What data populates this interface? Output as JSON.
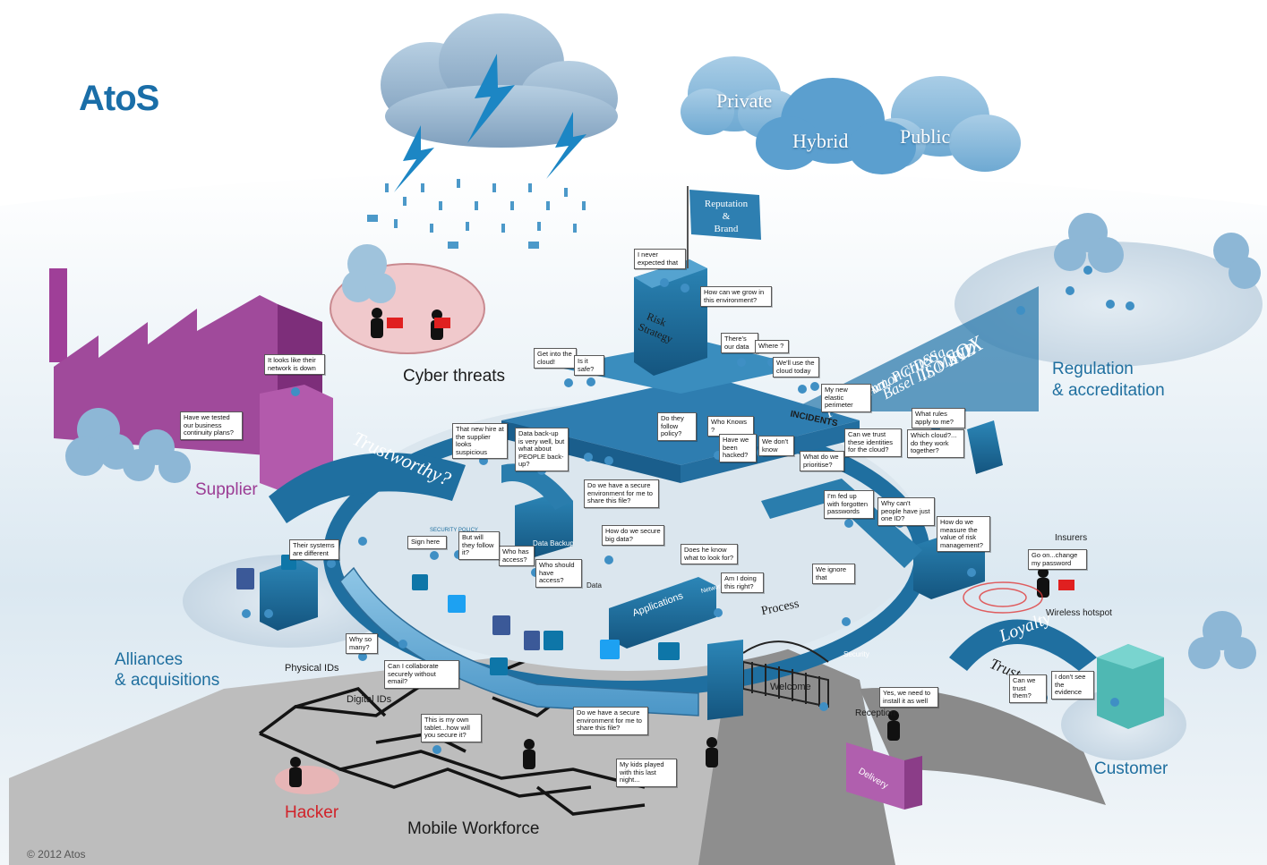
{
  "logo": "AtoS",
  "copyright": "© 2012 Atos",
  "clouds": {
    "private": "Private",
    "hybrid": "Hybrid",
    "public": "Public"
  },
  "flag": {
    "line1": "Reputation",
    "line2": "&",
    "line3": "Brand"
  },
  "banners": {
    "trustworthy": "Trustworthy?",
    "loyalty": "Loyalty",
    "trust": "Trust"
  },
  "regulations": {
    "sox": "SOX",
    "iso": "ISO XYZ",
    "basel": "Basel III, MIFID",
    "common": "Common criteria",
    "patriot": "Patriot Act, PCIDSS"
  },
  "labels": {
    "cyber_threats": "Cyber threats",
    "supplier": "Supplier",
    "regulation_1": "Regulation",
    "regulation_2": "& accreditation",
    "alliances_1": "Alliances",
    "alliances_2": "& acquisitions",
    "hacker": "Hacker",
    "mobile_workforce": "Mobile Workforce",
    "customer": "Customer",
    "insurers": "Insurers",
    "wireless_hotspot": "Wireless hotspot",
    "physical_ids": "Physical IDs",
    "digital_ids": "Digital IDs",
    "risk_strategy_1": "Risk",
    "risk_strategy_2": "Strategy",
    "incidents": "INCIDENTS",
    "applications": "Applications",
    "process": "Process",
    "welcome": "Welcome",
    "reception": "Reception",
    "delivery": "Delivery",
    "security": "Security",
    "data_backup": "Data Backup",
    "data": "Data",
    "security_policy": "SECURITY POLICY",
    "network_events_log": "Network Events Log"
  },
  "bubbles": {
    "never_expected": "I never expected that",
    "grow": "How can we grow in this environment?",
    "our_data": "There's our data",
    "where": "Where ?",
    "cloud_today": "We'll use the cloud today",
    "elastic": "My new elastic perimeter",
    "get_into_cloud": "Get into the cloud!",
    "is_it_safe": "Is it safe?",
    "network_down": "It looks like their network is down",
    "tested_plans": "Have we tested our business continuity plans?",
    "new_hire": "That new hire at the supplier looks suspicious",
    "backup_people": "Data back-up is very well, but what about PEOPLE back-up?",
    "follow_policy": "Do they follow policy?",
    "who_knows": "Who Knows ?",
    "been_hacked": "Have we been hacked?",
    "dont_know": "We don't know",
    "prioritise": "What do we prioritise?",
    "trust_identities": "Can we trust these identities for the cloud?",
    "which_cloud": "Which cloud?... do they work together?",
    "what_rules": "What rules apply to me?",
    "secure_env_1": "Do we have a secure environment for me to share this file?",
    "big_data": "How do we secure big data?",
    "who_has_access": "Who has access?",
    "who_should": "Who should have access?",
    "systems_different": "Their systems are different",
    "sign_here": "Sign here",
    "follow_it": "But will they follow it?",
    "know_what": "Does he know what to look for?",
    "doing_right": "Am I doing this right?",
    "ignore_that": "We ignore that",
    "fed_up": "I'm fed up with forgotten passwords",
    "one_id": "Why can't people have just one ID?",
    "measure_value": "How do we measure the value of risk management?",
    "change_password": "Go on...change my password",
    "why_so_many": "Why so many?",
    "collaborate": "Can I collaborate securely without email?",
    "own_tablet": "This is my own tablet...how will you secure it?",
    "secure_env_2": "Do we have a secure environment for me to share this file?",
    "kids_played": "My kids played with this last night...",
    "install_it": "Yes, we need to install it as well",
    "can_we_trust": "Can we trust them?",
    "see_evidence": "I don't see the evidence"
  },
  "colors": {
    "accent": "#1f6f9f",
    "supplier": "#9b3c94",
    "hacker": "#d1232a",
    "teal": "#2f8aa8",
    "purple": "#b05fae"
  }
}
